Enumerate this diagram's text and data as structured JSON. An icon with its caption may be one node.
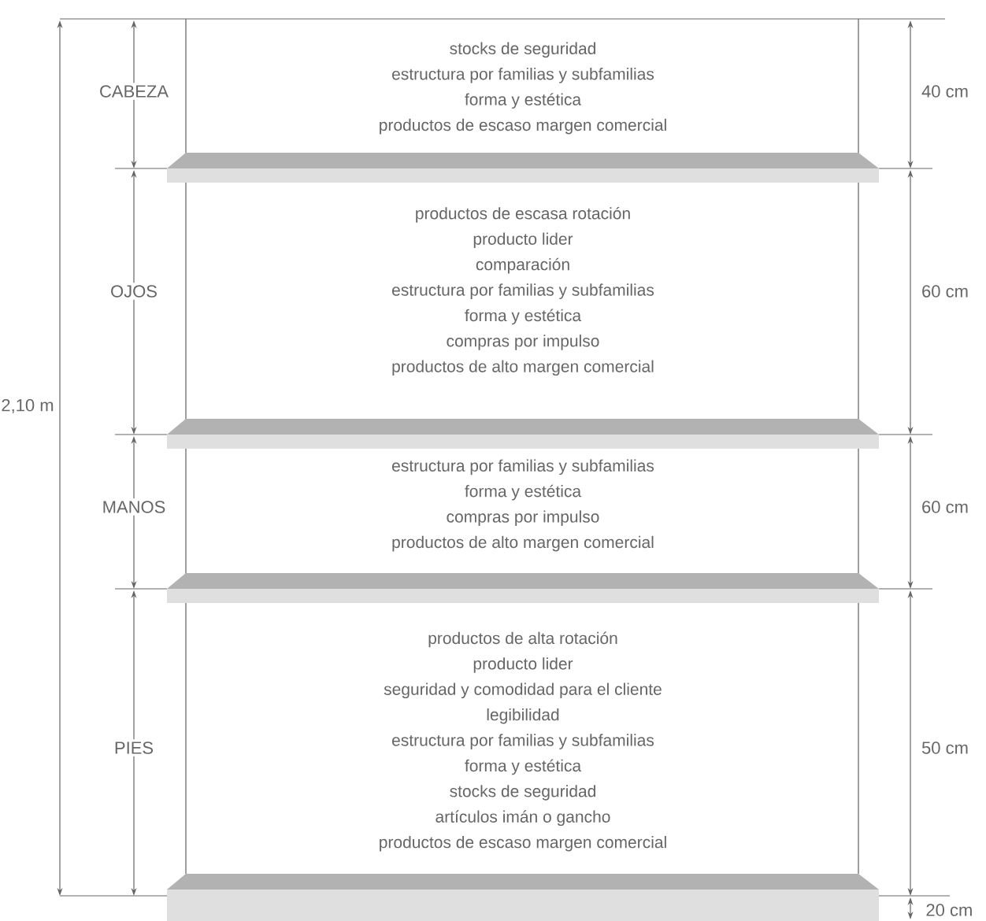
{
  "diagram": {
    "nodes": [
      {
        "text": [
          "stocks de seguridad",
          "estructura por familias y subfamilias",
          "forma y estética",
          "productos de escaso margen comercial"
        ]
      },
      {
        "text": [
          "productos de escasa rotación",
          "producto lider",
          "comparación",
          "estructura por familias y subfamilias",
          "forma y estética",
          "compras por impulso",
          "productos de alto margen comercial"
        ]
      },
      {
        "text": [
          "estructura por familias y subfamilias",
          "forma y estética",
          "compras por impulso",
          "productos de alto margen comercial"
        ]
      },
      {
        "text": [
          "productos de alta rotación",
          "producto lider",
          "seguridad y comodidad para el cliente",
          "legibilidad",
          "estructura por familias y subfamilias",
          "forma y estética",
          "stocks de seguridad",
          "artículos imán o gancho",
          "productos de escaso margen comercial"
        ]
      }
    ],
    "edges": [],
    "labels": [
      "CABEZA",
      "40 cm",
      "OJOS",
      "60 cm",
      "2,10 m",
      "MANOS",
      "60 cm",
      "PIES",
      "50 cm",
      "20 cm"
    ]
  }
}
